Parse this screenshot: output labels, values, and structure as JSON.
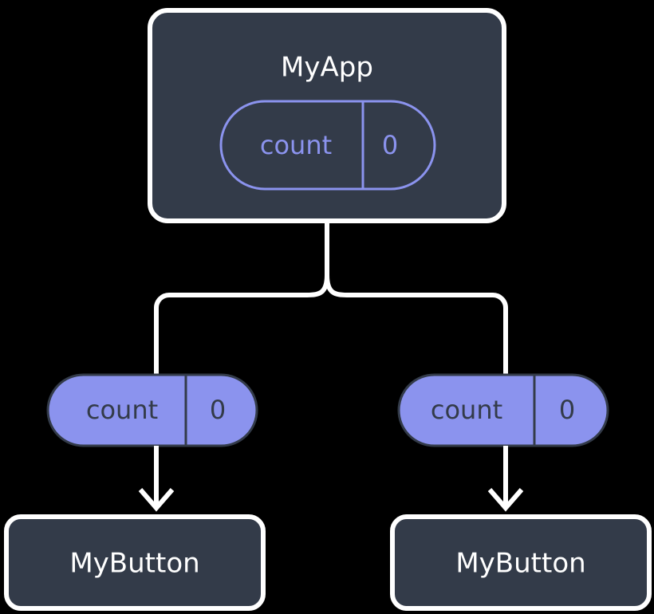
{
  "diagram": {
    "type": "component-tree",
    "title": "",
    "background_color": "#000000",
    "colors": {
      "node_fill": "#333b49",
      "node_stroke": "#ffffff",
      "node_text": "#ffffff",
      "accent_purple": "#8b93ee",
      "pill_fill": "#8b93ee",
      "pill_outline_text": "#8b93ee",
      "pill_filled_text": "#333b49",
      "pill_divider_dark": "#333b49",
      "connector": "#ffffff"
    }
  },
  "root": {
    "id": "myapp",
    "label": "MyApp",
    "style": "outlined-box",
    "state": {
      "key": "count",
      "value": "0",
      "style": "outline-pill"
    }
  },
  "branches": [
    {
      "id": "branch-left",
      "pill": {
        "key": "count",
        "value": "0",
        "style": "filled-pill"
      },
      "child": {
        "id": "mybutton-left",
        "label": "MyButton",
        "style": "outlined-box"
      }
    },
    {
      "id": "branch-right",
      "pill": {
        "key": "count",
        "value": "0",
        "style": "filled-pill"
      },
      "child": {
        "id": "mybutton-right",
        "label": "MyButton",
        "style": "outlined-box"
      }
    }
  ],
  "connectors": {
    "root_to_fork": "vertical-line",
    "fork": "rounded-split",
    "pill_to_child": "arrow-down"
  }
}
